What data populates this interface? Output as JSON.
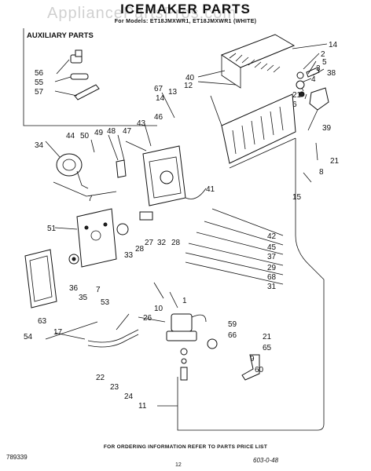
{
  "watermark": "AppliancePartsPros.com",
  "title": "ICEMAKER PARTS",
  "subtitle": "For Models: ET18JMXWR1, ET18JMXWR1 (WHITE)",
  "auxiliary_heading": "AUXILIARY PARTS",
  "footer": "FOR ORDERING INFORMATION REFER TO PARTS PRICE LIST",
  "drawing_code": "789339",
  "page_number": "12",
  "handwritten_note": "603-0-48",
  "labels": {
    "p1": "1",
    "p2": "2",
    "p3": "3",
    "p4": "4",
    "p5": "5",
    "p6": "6",
    "p7": "7",
    "p8": "8",
    "p9": "9",
    "p10": "10",
    "p11": "11",
    "p12": "12",
    "p13": "13",
    "p14a": "14",
    "p14b": "14",
    "p15": "15",
    "p17": "17",
    "p21a": "21",
    "p21b": "21",
    "p21c": "21",
    "p22": "22",
    "p23": "23",
    "p24": "24",
    "p26": "26",
    "p27": "27",
    "p28a": "28",
    "p28b": "28",
    "p29": "29",
    "p31": "31",
    "p32": "32",
    "p33": "33",
    "p34": "34",
    "p35": "35",
    "p36": "36",
    "p37": "37",
    "p38": "38",
    "p39": "39",
    "p40": "40",
    "p41": "41",
    "p42": "42",
    "p43": "43",
    "p44": "44",
    "p45": "45",
    "p46": "46",
    "p47": "47",
    "p48": "48",
    "p49": "49",
    "p50": "50",
    "p51": "51",
    "p53": "53",
    "p54": "54",
    "p55": "55",
    "p56": "56",
    "p57": "57",
    "p59": "59",
    "p60": "60",
    "p63": "63",
    "p65": "65",
    "p66": "66",
    "p67": "67",
    "p68": "68"
  }
}
